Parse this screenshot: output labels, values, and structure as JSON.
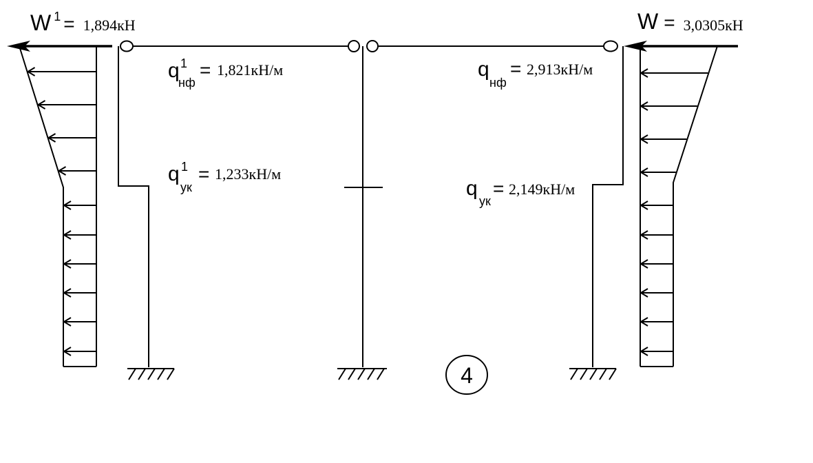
{
  "loads": {
    "left_wind": {
      "symbol": "W",
      "sup": "1",
      "eq": "=",
      "value": "1,894кН"
    },
    "right_wind": {
      "symbol": "W",
      "eq": "=",
      "value": "3,0305кН"
    }
  },
  "distributed": {
    "left_top": {
      "symbol": "q",
      "sup": "1",
      "sub": "нф",
      "eq": "=",
      "value": "1,821кН/м"
    },
    "left_bottom": {
      "symbol": "q",
      "sup": "1",
      "sub": "ук",
      "eq": "=",
      "value": "1,233кН/м"
    },
    "right_top": {
      "symbol": "q",
      "sub": "нф",
      "eq": "=",
      "value": "2,913кН/м"
    },
    "right_bottom": {
      "symbol": "q",
      "sub": "ук",
      "eq": "=",
      "value": "2,149кН/м"
    }
  },
  "scheme_number": "4"
}
